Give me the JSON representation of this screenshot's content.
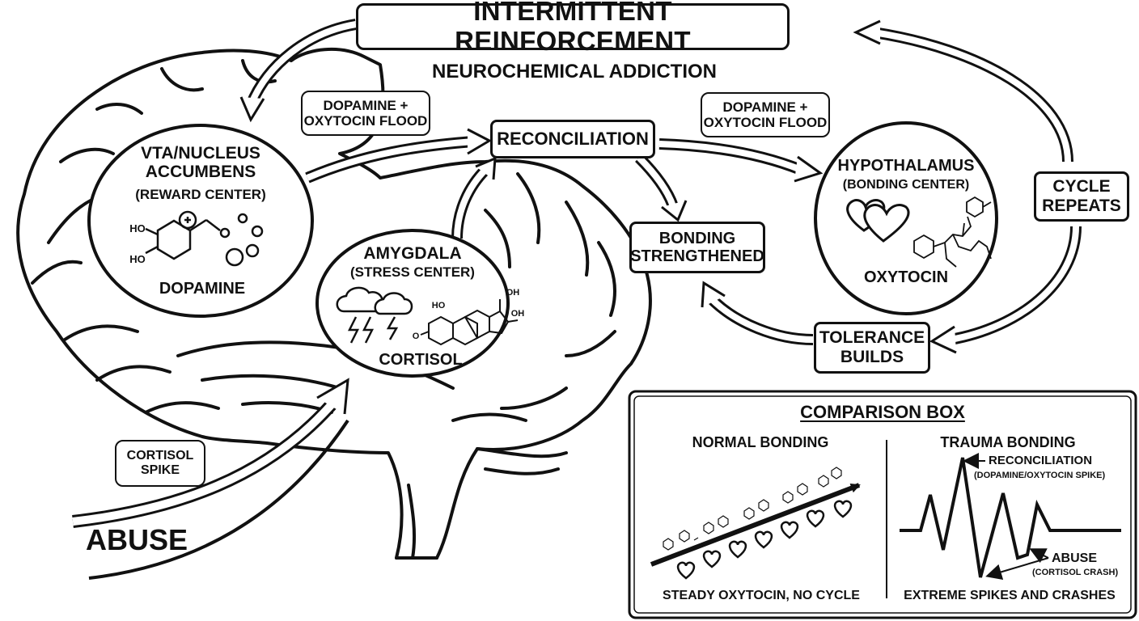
{
  "title": "INTERMITTENT REINFORCEMENT",
  "subtitle": "NEUROCHEMICAL ADDICTION",
  "callouts": {
    "flood_left": [
      "DOPAMINE +",
      "OXYTOCIN FLOOD"
    ],
    "flood_right": [
      "DOPAMINE +",
      "OXYTOCIN FLOOD"
    ],
    "cortisol_spike": [
      "CORTISOL",
      "SPIKE"
    ]
  },
  "nodes": {
    "reconciliation": "RECONCILIATION",
    "bonding": [
      "BONDING",
      "STRENGTHENED"
    ],
    "cycle": [
      "CYCLE",
      "REPEATS"
    ],
    "tolerance": [
      "TOLERANCE",
      "BUILDS"
    ],
    "abuse": "ABUSE"
  },
  "regions": {
    "vta": {
      "name_lines": [
        "VTA/NUCLEUS",
        "ACCUMBENS"
      ],
      "role": "(REWARD CENTER)",
      "chemical": "DOPAMINE",
      "atoms": [
        "HO",
        "HO"
      ]
    },
    "amygdala": {
      "name": "AMYGDALA",
      "role": "(STRESS CENTER)",
      "chemical": "CORTISOL",
      "atoms": [
        "HO",
        "OH",
        "OH",
        "O"
      ]
    },
    "hypothalamus": {
      "name": "HYPOTHALAMUS",
      "role": "(BONDING CENTER)",
      "chemical": "OXYTOCIN"
    }
  },
  "comparison": {
    "title": "COMPARISON BOX",
    "normal": {
      "heading": "NORMAL BONDING",
      "caption": "STEADY OXYTOCIN, NO CYCLE"
    },
    "trauma": {
      "heading": "TRAUMA BONDING",
      "caption": "EXTREME SPIKES AND CRASHES",
      "peak_label": "RECONCILIATION",
      "peak_sub": "(DOPAMINE/OXYTOCIN SPIKE)",
      "trough_label": "ABUSE",
      "trough_sub": "(CORTISOL CRASH)"
    }
  }
}
